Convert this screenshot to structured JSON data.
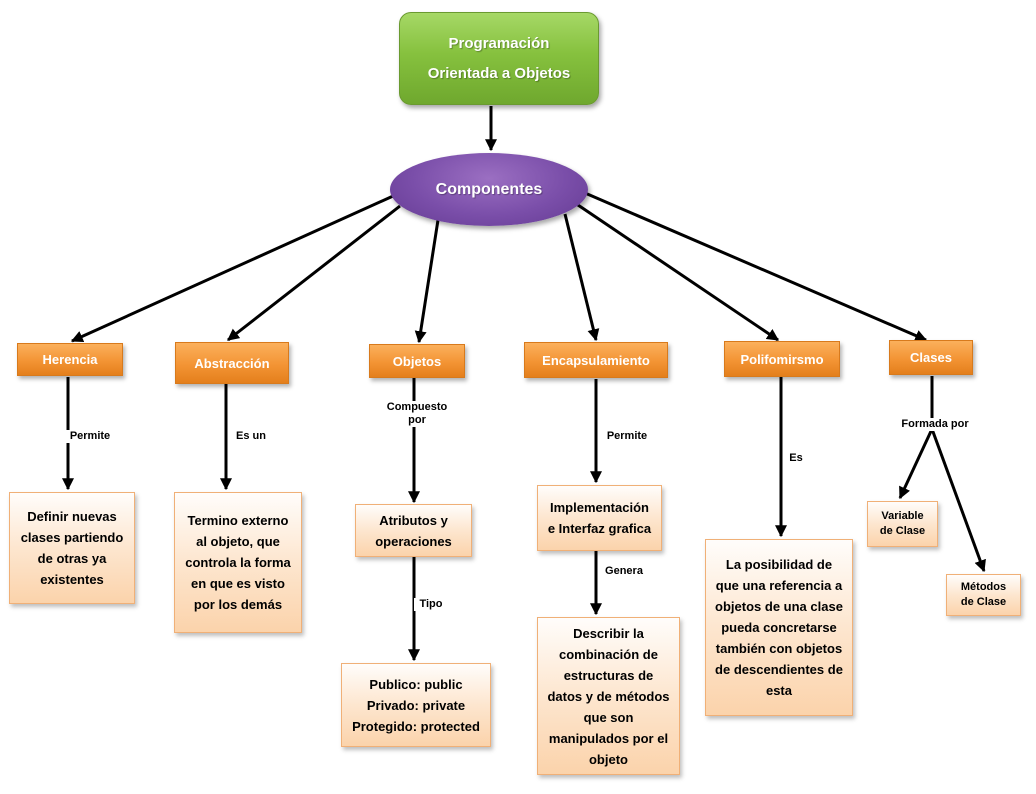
{
  "root": {
    "text": "Programación\nOrientada a Objetos"
  },
  "center": {
    "text": "Componentes"
  },
  "categories": {
    "herencia": "Herencia",
    "abstraccion": "Abstracción",
    "objetos": "Objetos",
    "encapsulamiento": "Encapsulamiento",
    "polimorfismo": "Polifomirsmo",
    "clases": "Clases"
  },
  "links": {
    "herencia": "Permite",
    "abstraccion": "Es un",
    "objetos": "Compuesto\npor",
    "objetos_tipo": "Tipo",
    "encapsulamiento": "Permite",
    "encapsulamiento_genera": "Genera",
    "polimorfismo": "Es",
    "clases": "Formada por"
  },
  "leaves": {
    "herencia": "Definir nuevas\nclases partiendo\nde otras ya\nexistentes",
    "abstraccion": "Termino externo\nal objeto, que\ncontrola la forma\nen que es visto\npor los demás",
    "atributos": "Atributos y\noperaciones",
    "tipos": "Publico: public\nPrivado: private\nProtegido: protected",
    "implementacion": "Implementación\ne Interfaz grafica",
    "describir": "Describir la\ncombinación de\nestructuras de\ndatos y de métodos\nque son\nmanipulados por el\nobjeto",
    "polimorfismo": "La posibilidad de\nque una referencia a\nobjetos de una clase\npueda concretarse\ntambién con objetos\nde descendientes de\nesta",
    "variable_clase": "Variable\nde Clase",
    "metodos_clase": "Métodos\nde Clase"
  },
  "colors": {
    "root": "#86c13e",
    "center": "#7a4ea9",
    "category": "#f39434",
    "leaf": "#fde6cf",
    "arrow": "#000000"
  }
}
